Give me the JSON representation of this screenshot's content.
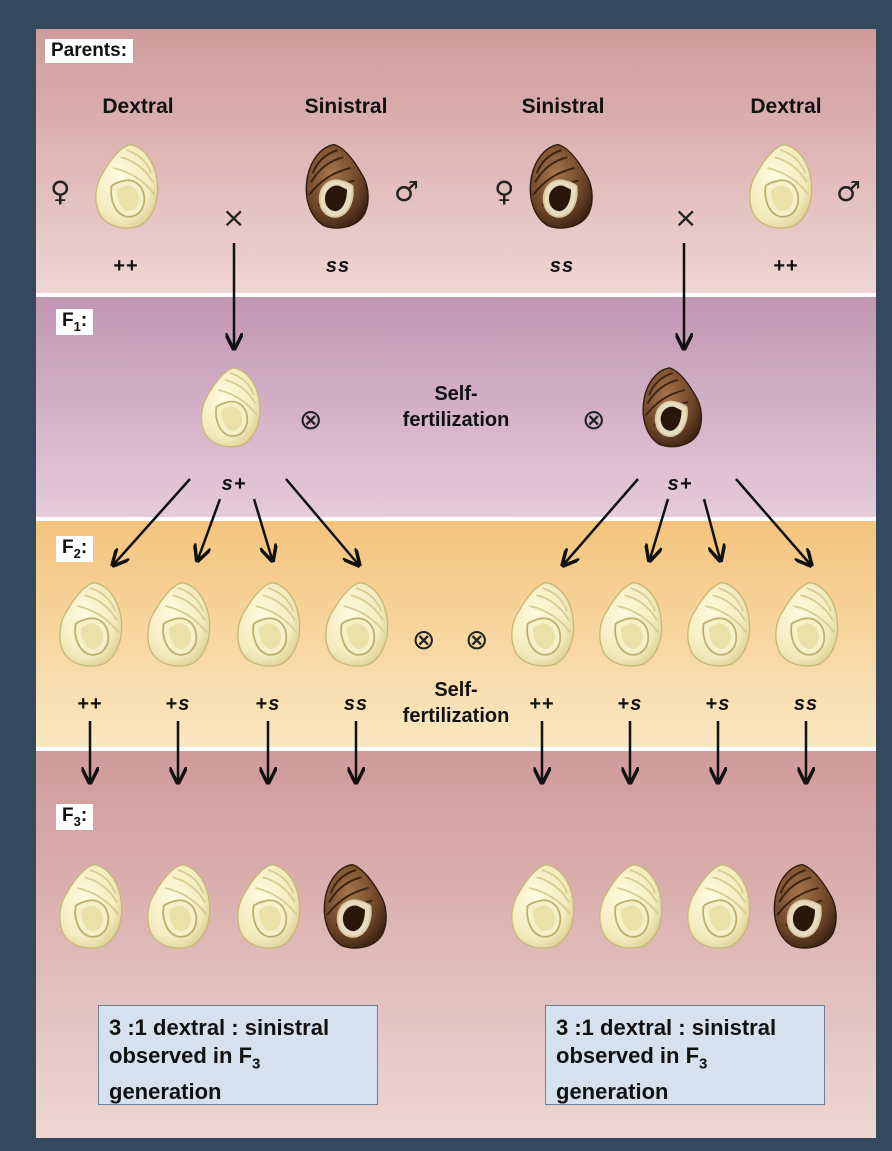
{
  "generations": {
    "parents": "Parents:",
    "f1_letter": "F",
    "f1_sub": "1",
    "f2_letter": "F",
    "f2_sub": "2",
    "f3_letter": "F",
    "f3_sub": "3"
  },
  "parents": {
    "left_female_phenotype": "Dextral",
    "left_male_phenotype": "Sinistral",
    "right_female_phenotype": "Sinistral",
    "right_male_phenotype": "Dextral",
    "left_female_genotype": "++",
    "left_male_genotype": "ss",
    "right_female_genotype": "ss",
    "right_male_genotype": "++",
    "female_symbol": "♀",
    "male_symbol": "♂",
    "cross_symbol": "×"
  },
  "f1": {
    "self_label_line1": "Self-",
    "self_label_line2": "fertilization",
    "left_genotype": "s+",
    "right_genotype": "s+",
    "selfing_symbol": "⊗"
  },
  "f2": {
    "self_label_line1": "Self-",
    "self_label_line2": "fertilization",
    "genotypes": [
      "++",
      "+s",
      "+s",
      "ss",
      "++",
      "+s",
      "+s",
      "ss"
    ]
  },
  "f3": {
    "result_left_line1": "3 :1 dextral : sinistral",
    "result_left_line2": "observed in F",
    "result_left_sub": "3",
    "result_left_line3": "generation",
    "result_right_line1": "3 :1 dextral : sinistral",
    "result_right_line2": "observed in F",
    "result_right_sub": "3",
    "result_right_line3": "generation"
  },
  "colors": {
    "dextral_shell": "#f6efc4",
    "sinistral_shell": "#6b4226",
    "result_box": "#d6e1ef"
  },
  "icons": [
    "dextral-shell-icon",
    "sinistral-shell-icon",
    "female-symbol-icon",
    "male-symbol-icon",
    "cross-icon",
    "self-fertilization-icon",
    "arrow-icon"
  ]
}
